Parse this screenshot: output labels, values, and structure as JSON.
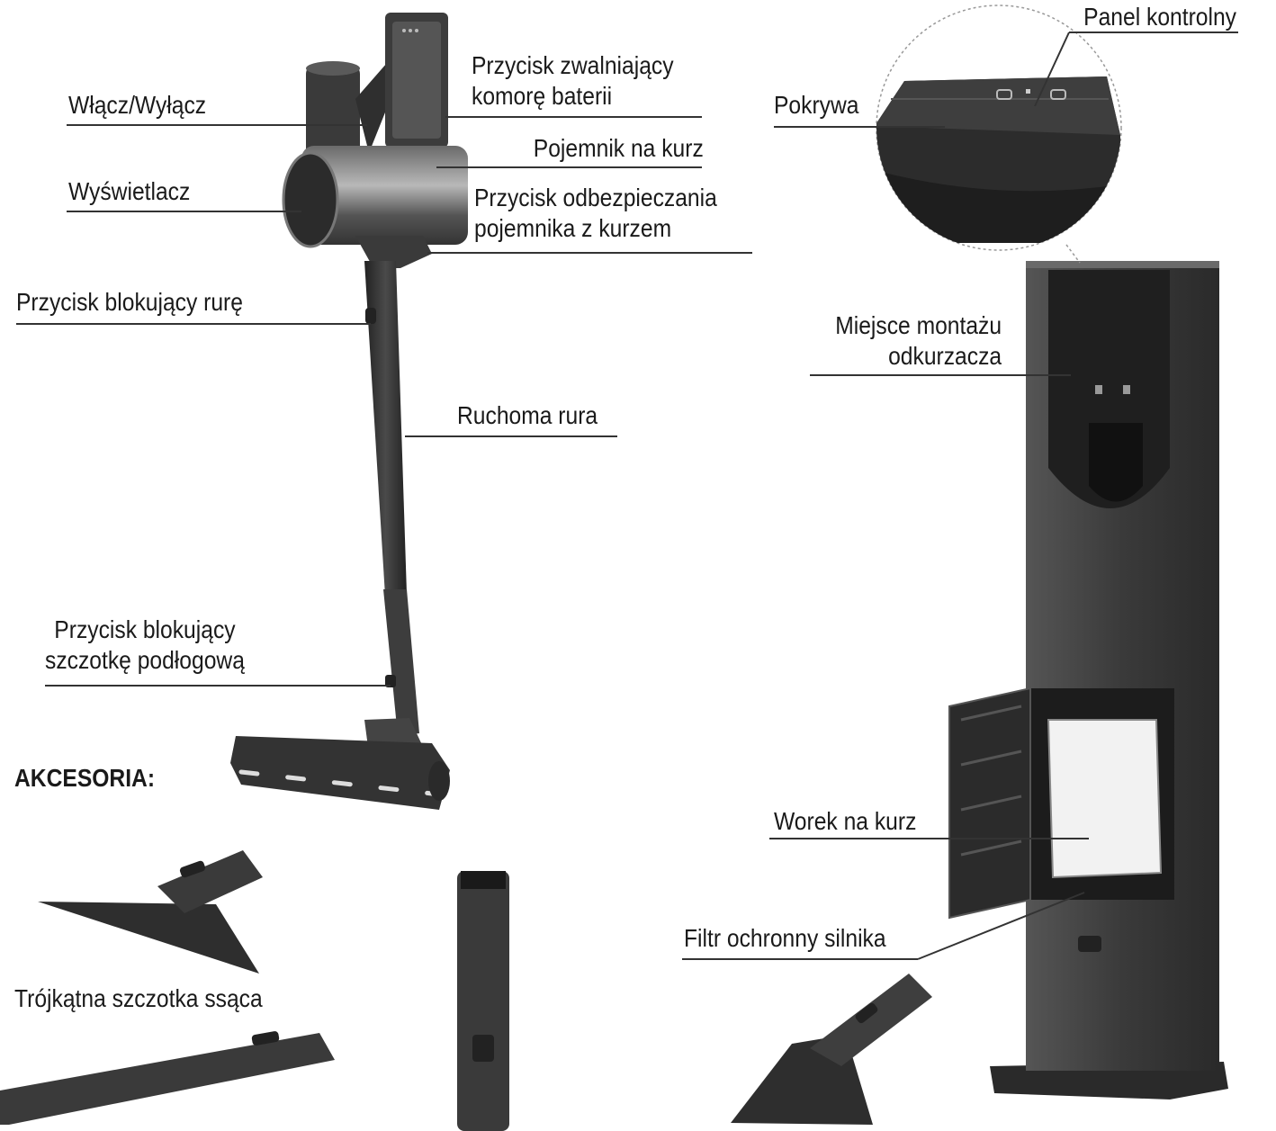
{
  "labels": {
    "power": "Włącz/Wyłącz",
    "display": "Wyświetlacz",
    "battery_release": "Przycisk zwalniający\nkomorę baterii",
    "dust_container": "Pojemnik na kurz",
    "dust_release": "Przycisk odbezpieczania\npojemnika z kurzem",
    "tube_lock": "Przycisk blokujący rurę",
    "movable_tube": "Ruchoma rura",
    "floor_brush_lock": "Przycisk blokujący\nszczotkę podłogową",
    "control_panel": "Panel kontrolny",
    "lid": "Pokrywa",
    "mount_place": "Miejsce montażu\nodkurzacza",
    "dust_bag": "Worek na kurz",
    "motor_filter": "Filtr ochronny silnika"
  },
  "accessories": {
    "heading": "AKCESORIA:",
    "triangle_brush": "Trójkątna szczotka ssąca"
  },
  "colors": {
    "device_dark": "#2e2e2e",
    "device_mid": "#4a4a4a",
    "device_light": "#8a8a8a",
    "line": "#333333"
  }
}
